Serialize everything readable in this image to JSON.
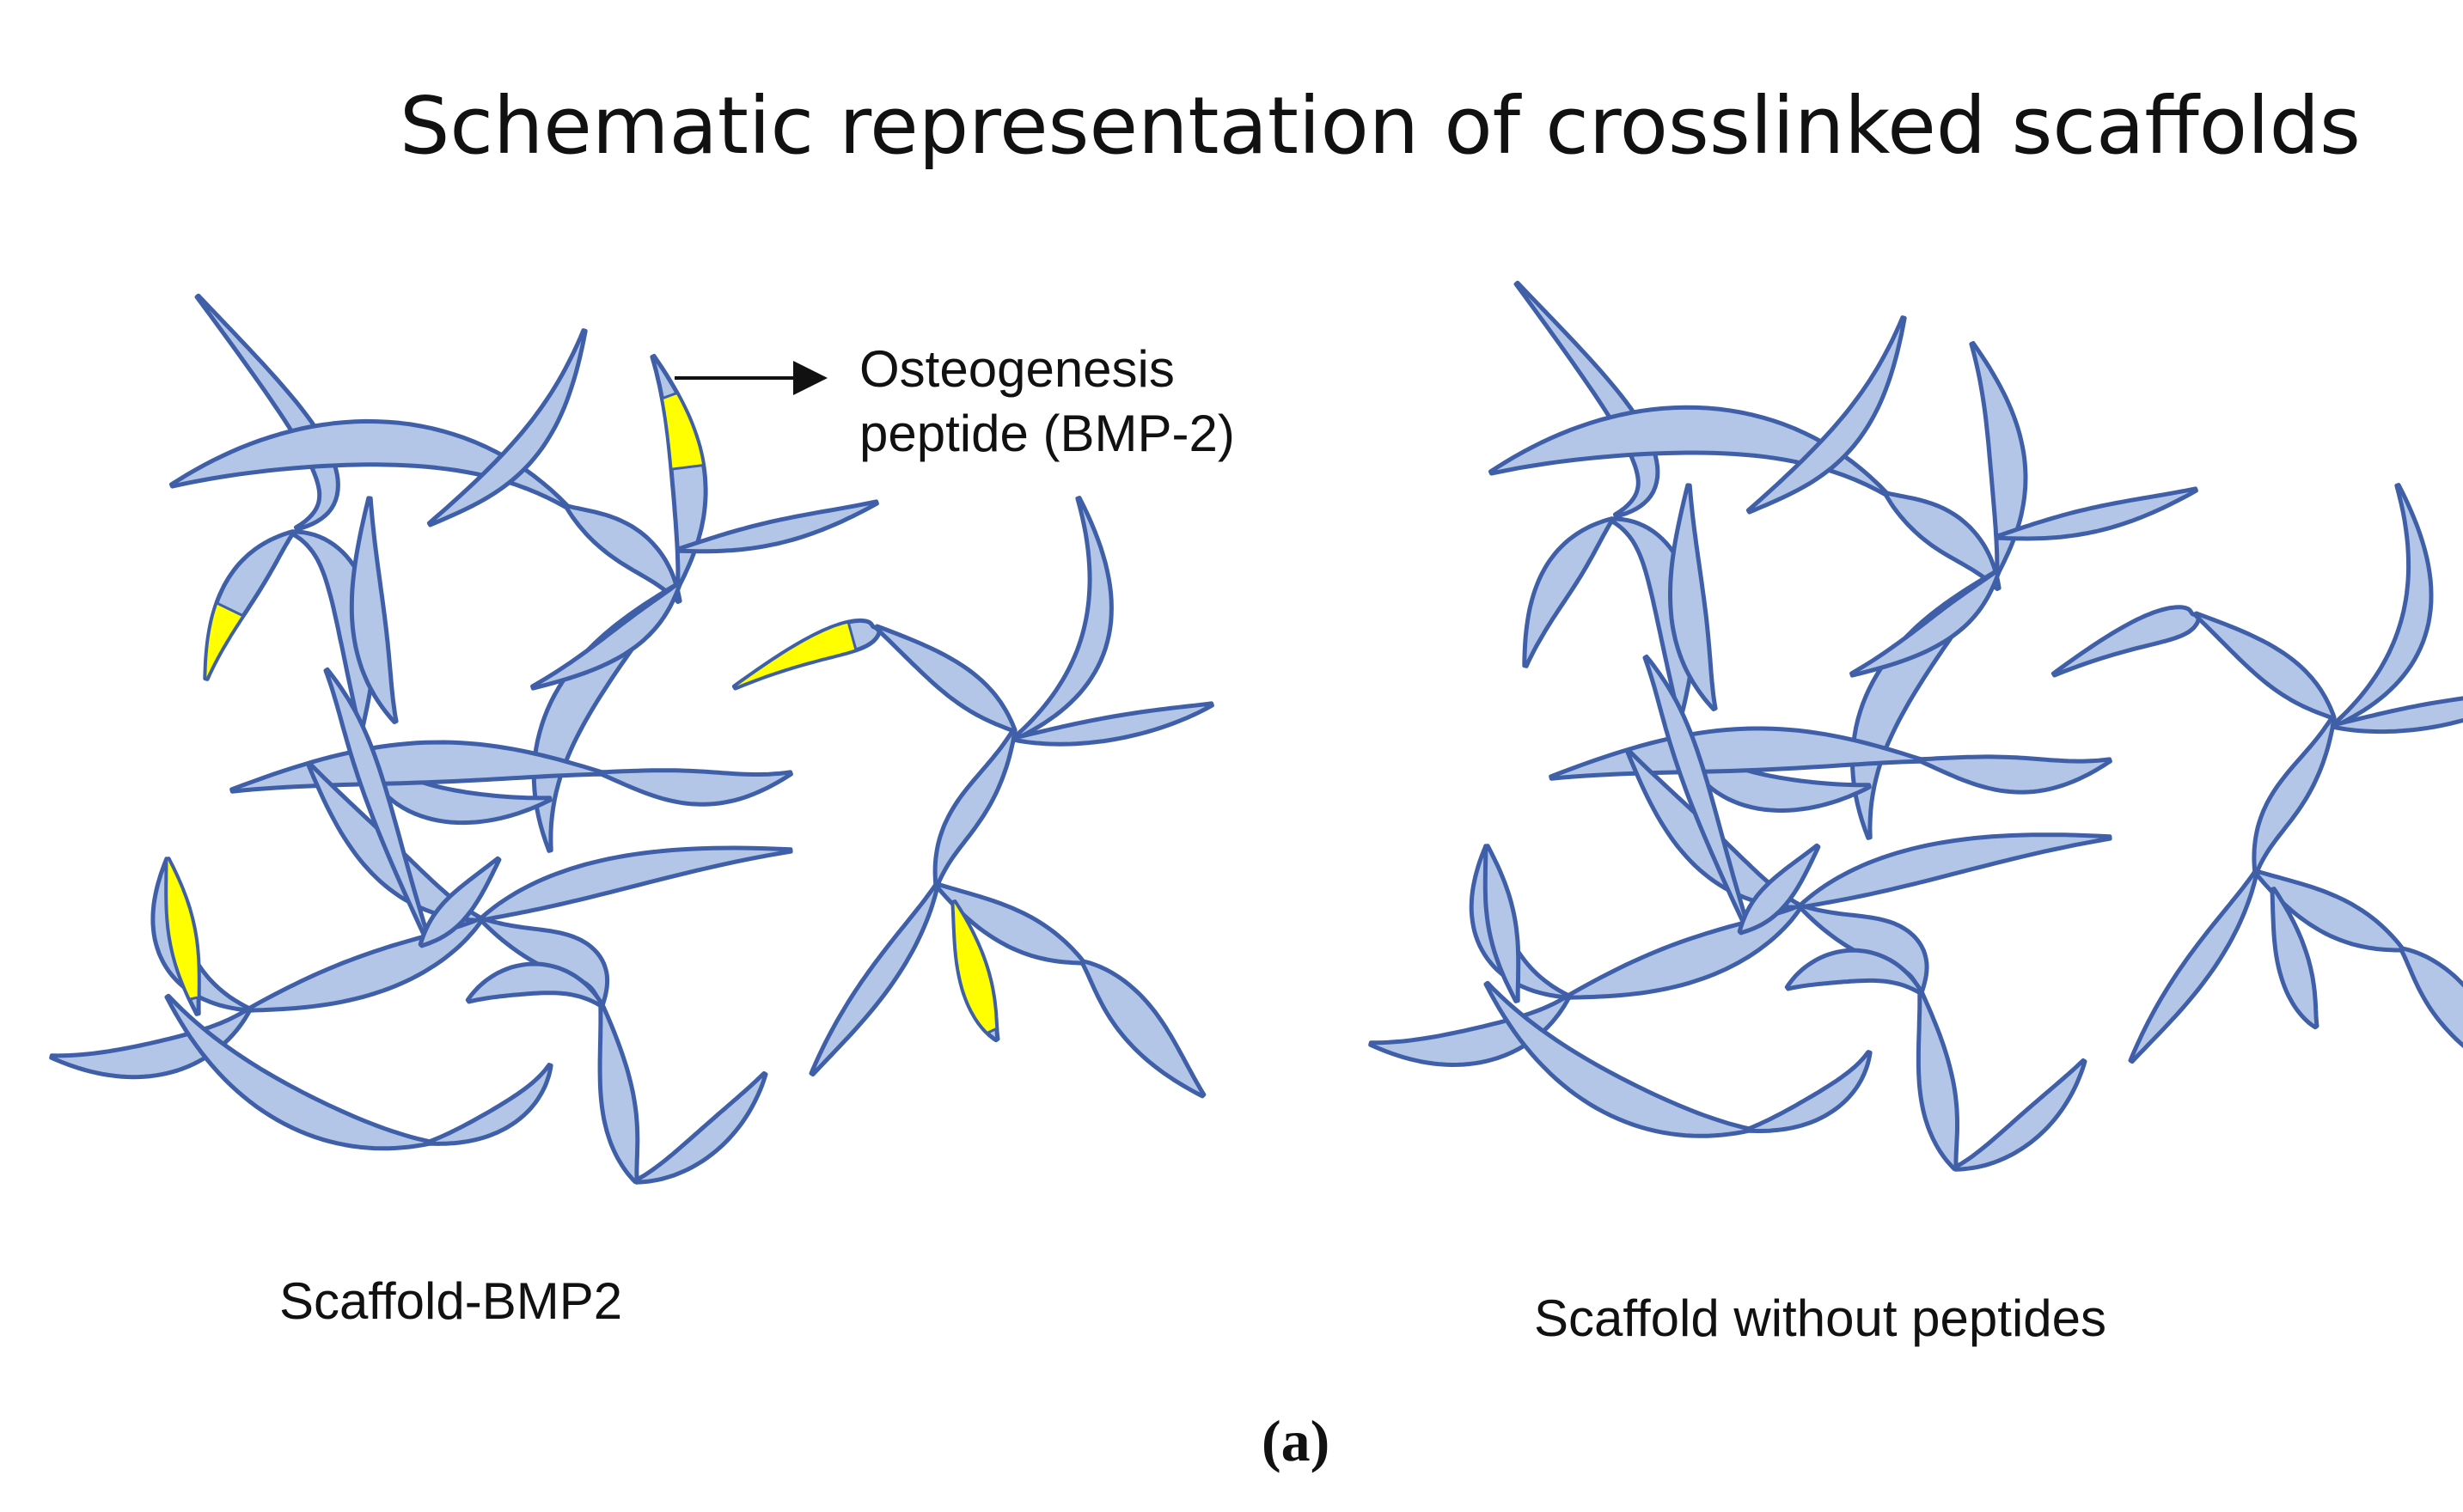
{
  "title": "Schematic representation of crosslinked scaffolds",
  "annotation": {
    "line1": "Osteogenesis",
    "line2": "peptide (BMP-2)"
  },
  "left_panel": {
    "label": "Scaffold-BMP2"
  },
  "right_panel": {
    "label": "Scaffold without peptides"
  },
  "panel_label": "(a)",
  "colors": {
    "fiber_fill": "#b4c6e7",
    "fiber_stroke": "#3f5fa8",
    "peptide": "#ffff00",
    "text": "#111111"
  }
}
